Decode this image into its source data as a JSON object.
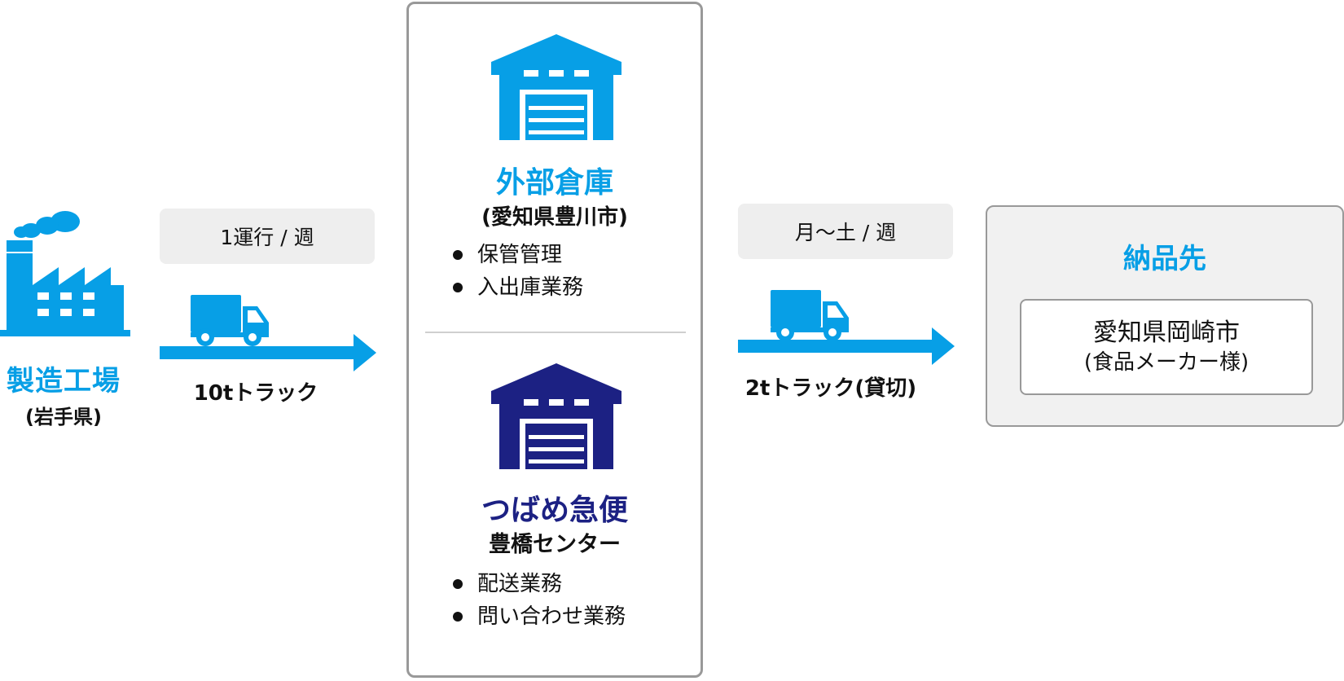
{
  "colors": {
    "accent": "#079fe6",
    "navy": "#1c2183",
    "pill_bg": "#eeeeee",
    "border": "#999999"
  },
  "factory": {
    "icon": "factory-icon",
    "title": "製造工場",
    "location": "(岩手県)"
  },
  "leg1": {
    "frequency": "1運行 / 週",
    "truck_icon": "truck-icon",
    "vehicle": "10tトラック"
  },
  "external_warehouse": {
    "icon": "warehouse-icon",
    "title": "外部倉庫",
    "location": "(愛知県豊川市)",
    "tasks": [
      "保管管理",
      "入出庫業務"
    ]
  },
  "tsubame": {
    "icon": "warehouse-icon",
    "title": "つばめ急便",
    "center": "豊橋センター",
    "tasks": [
      "配送業務",
      "問い合わせ業務"
    ]
  },
  "leg2": {
    "frequency": "月〜土 / 週",
    "truck_icon": "truck-icon",
    "vehicle": "2tトラック(貸切)"
  },
  "destination": {
    "title": "納品先",
    "city": "愛知県岡崎市",
    "client": "(食品メーカー様)"
  }
}
